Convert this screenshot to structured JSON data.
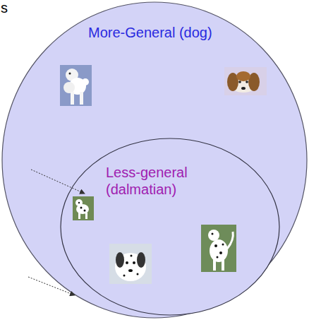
{
  "diagram": {
    "nodes": [
      {
        "text": [
          "More-General (dog)"
        ]
      },
      {
        "text": [
          "Less-general (dalmatian)"
        ],
        "in": 0
      }
    ],
    "labels": [
      "s"
    ]
  }
}
